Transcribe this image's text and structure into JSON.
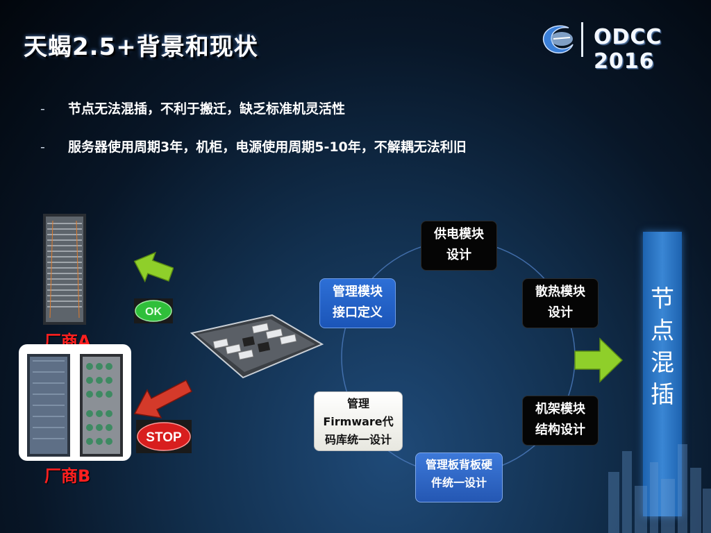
{
  "title": "天蝎2.5+背景和现状",
  "logo": {
    "text": "ODCC 2016"
  },
  "bullets": [
    {
      "dash": "-",
      "text": "节点无法混插，不利于搬迁，缺乏标准机灵活性"
    },
    {
      "dash": "-",
      "text": "服务器使用周期3年，机柜，电源使用周期5-10年，不解耦无法利旧"
    }
  ],
  "vendors": {
    "a": "厂商A",
    "b": "厂商B"
  },
  "buttons": {
    "ok": "OK",
    "stop": "STOP"
  },
  "cycle_nodes": {
    "power": {
      "l1": "供电模块",
      "l2": "设计"
    },
    "cooling": {
      "l1": "散热模块",
      "l2": "设计"
    },
    "rack": {
      "l1": "机架模块",
      "l2": "结构设计"
    },
    "mgmt_board": {
      "l1": "管理板背板硬",
      "l2": "件统一设计"
    },
    "firmware": {
      "l1": "管理",
      "l2": "Firmware代",
      "l3": "码库统一设计"
    },
    "interface": {
      "l1": "管理模块",
      "l2": "接口定义"
    }
  },
  "pillar_text": "节点混插",
  "colors": {
    "vendor_label": "#ff2020",
    "ok_green": "#2fbf3a",
    "stop_red": "#d81e1e",
    "arrow_green": "#8fcf2a",
    "arrow_red": "#d43a2a",
    "pillar_blue": "#2a74c2",
    "box_blue": "#2d6fd6"
  }
}
